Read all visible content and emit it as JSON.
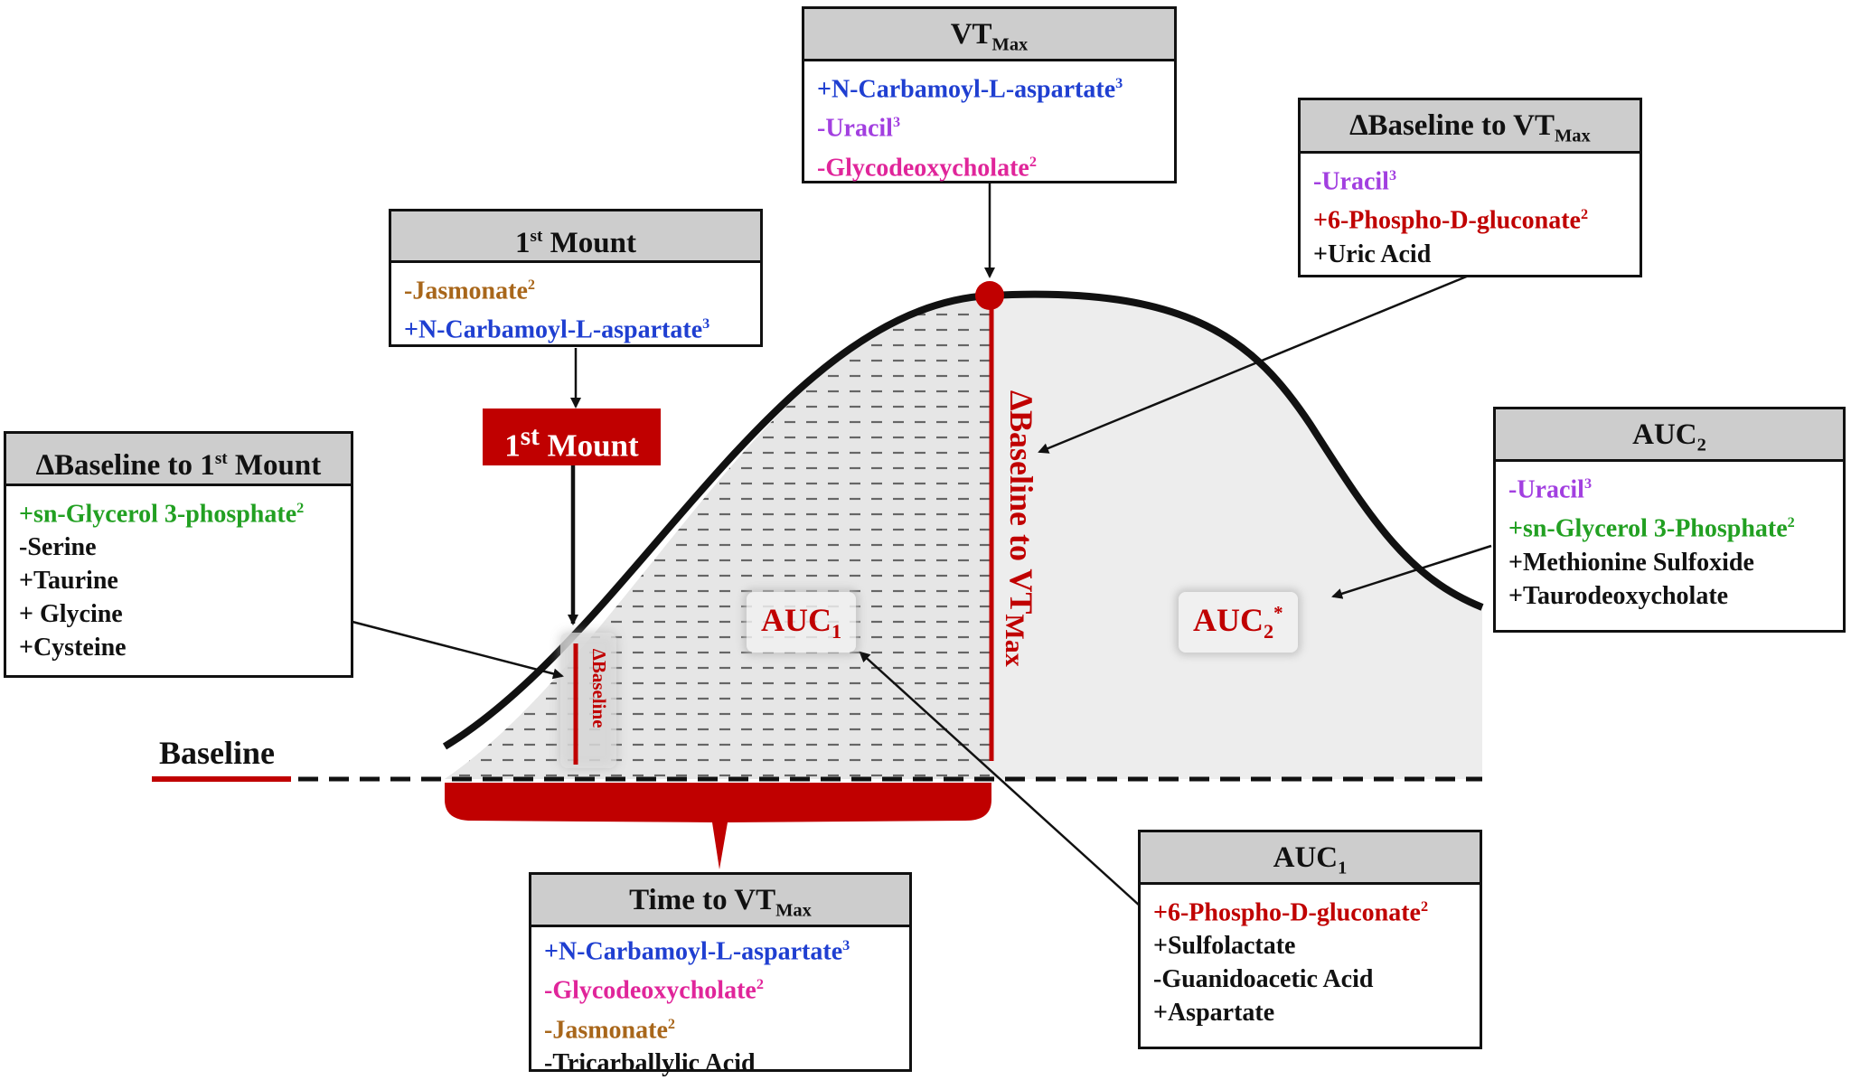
{
  "colors": {
    "red": "#c00000",
    "blue": "#1f3fd1",
    "purple": "#a23fe0",
    "magenta": "#e0259a",
    "green": "#22a022",
    "brown": "#a8661a",
    "black": "#111111",
    "curve_fill": "#eeeeee",
    "box_header": "#cdcdcd"
  },
  "baseline_label": "Baseline",
  "curve_labels": {
    "auc1": {
      "main": "AUC",
      "sub": "1"
    },
    "auc2": {
      "main": "AUC",
      "sub": "2",
      "sup": "*"
    },
    "delta_baseline_short": "∆Baseline",
    "delta_vtmax": {
      "main": "∆Baseline to VT",
      "sub": "Max"
    },
    "first_mount_badge": {
      "main": "1",
      "sup": "st",
      "rest": " Mount"
    }
  },
  "boxes": {
    "vtmax": {
      "title": {
        "main": "VT",
        "sub": "Max"
      },
      "items": [
        {
          "text": "+N-Carbamoyl-L-aspartate",
          "sup": "3",
          "color": "blue"
        },
        {
          "text": "-Uracil",
          "sup": "3",
          "color": "purple"
        },
        {
          "text": "-Glycodeoxycholate",
          "sup": "2",
          "color": "magenta"
        }
      ]
    },
    "first_mount": {
      "title": {
        "main": "1",
        "sup": "st",
        "rest": " Mount"
      },
      "items": [
        {
          "text": "-Jasmonate",
          "sup": "2",
          "color": "brown"
        },
        {
          "text": "+N-Carbamoyl-L-aspartate",
          "sup": "3",
          "color": "blue"
        }
      ]
    },
    "delta_baseline_vtmax": {
      "title": {
        "main": "∆Baseline to VT",
        "sub": "Max"
      },
      "items": [
        {
          "text": "-Uracil",
          "sup": "3",
          "color": "purple"
        },
        {
          "text": "+6-Phospho-D-gluconate",
          "sup": "2",
          "color": "red"
        },
        {
          "text": "+Uric Acid",
          "sup": "",
          "color": "black"
        }
      ]
    },
    "delta_baseline_first_mount": {
      "title": {
        "main": "∆Baseline to 1",
        "sup": "st",
        "rest": " Mount"
      },
      "items": [
        {
          "text": "+sn-Glycerol 3-phosphate",
          "sup": "2",
          "color": "green"
        },
        {
          "text": "-Serine",
          "sup": "",
          "color": "black"
        },
        {
          "text": "+Taurine",
          "sup": "",
          "color": "black"
        },
        {
          "text": "+ Glycine",
          "sup": "",
          "color": "black"
        },
        {
          "text": "+Cysteine",
          "sup": "",
          "color": "black"
        }
      ]
    },
    "auc2": {
      "title": {
        "main": "AUC",
        "sub": "2"
      },
      "items": [
        {
          "text": "-Uracil",
          "sup": "3",
          "color": "purple"
        },
        {
          "text": "+sn-Glycerol 3-Phosphate",
          "sup": "2",
          "color": "green"
        },
        {
          "text": "+Methionine Sulfoxide",
          "sup": "",
          "color": "black"
        },
        {
          "text": "+Taurodeoxycholate",
          "sup": "",
          "color": "black"
        }
      ]
    },
    "auc1": {
      "title": {
        "main": "AUC",
        "sub": "1"
      },
      "items": [
        {
          "text": "+6-Phospho-D-gluconate",
          "sup": "2",
          "color": "red"
        },
        {
          "text": "+Sulfolactate",
          "sup": "",
          "color": "black"
        },
        {
          "text": "-Guanidoacetic Acid",
          "sup": "",
          "color": "black"
        },
        {
          "text": "+Aspartate",
          "sup": "",
          "color": "black"
        }
      ]
    },
    "time_to_vtmax": {
      "title": {
        "main": "Time to VT",
        "sub": "Max"
      },
      "items": [
        {
          "text": "+N-Carbamoyl-L-aspartate",
          "sup": "3",
          "color": "blue"
        },
        {
          "text": "-Glycodeoxycholate",
          "sup": "2",
          "color": "magenta"
        },
        {
          "text": "-Jasmonate",
          "sup": "2",
          "color": "brown"
        },
        {
          "text": "-Tricarballylic Acid",
          "sup": "",
          "color": "black"
        }
      ]
    }
  }
}
